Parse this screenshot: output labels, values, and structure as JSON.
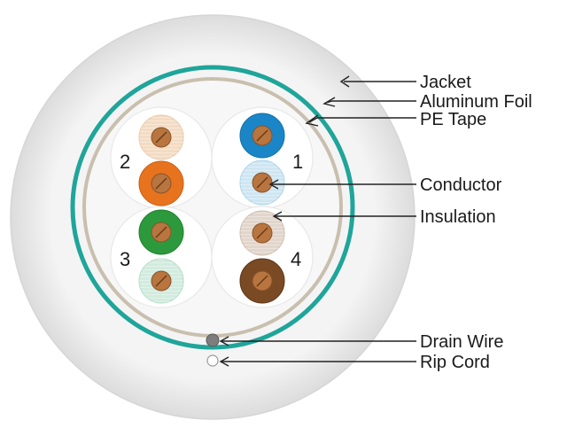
{
  "diagram": {
    "callouts": {
      "jacket": "Jacket",
      "aluminum_foil": "Aluminum Foil",
      "pe_tape": "PE Tape",
      "conductor": "Conductor",
      "insulation": "Insulation",
      "drain_wire": "Drain Wire",
      "rip_cord": "Rip Cord"
    },
    "pair_numbers": {
      "p1": "1",
      "p2": "2",
      "p3": "3",
      "p4": "4"
    },
    "colors": {
      "jacket": "#ececec",
      "aluminum_foil": "#1fa59a",
      "pe_tape": "#c9bfae",
      "copper": "#b8753f",
      "orange": "#e8731e",
      "orange_white": "#f3dcc4",
      "blue": "#1a86c8",
      "blue_white": "#cfe6f2",
      "green": "#2c9a3c",
      "green_white": "#d2ecdf",
      "brown": "#7a4a24",
      "brown_white": "#e2d6cc",
      "drain_wire": "#7d7d7d"
    }
  }
}
